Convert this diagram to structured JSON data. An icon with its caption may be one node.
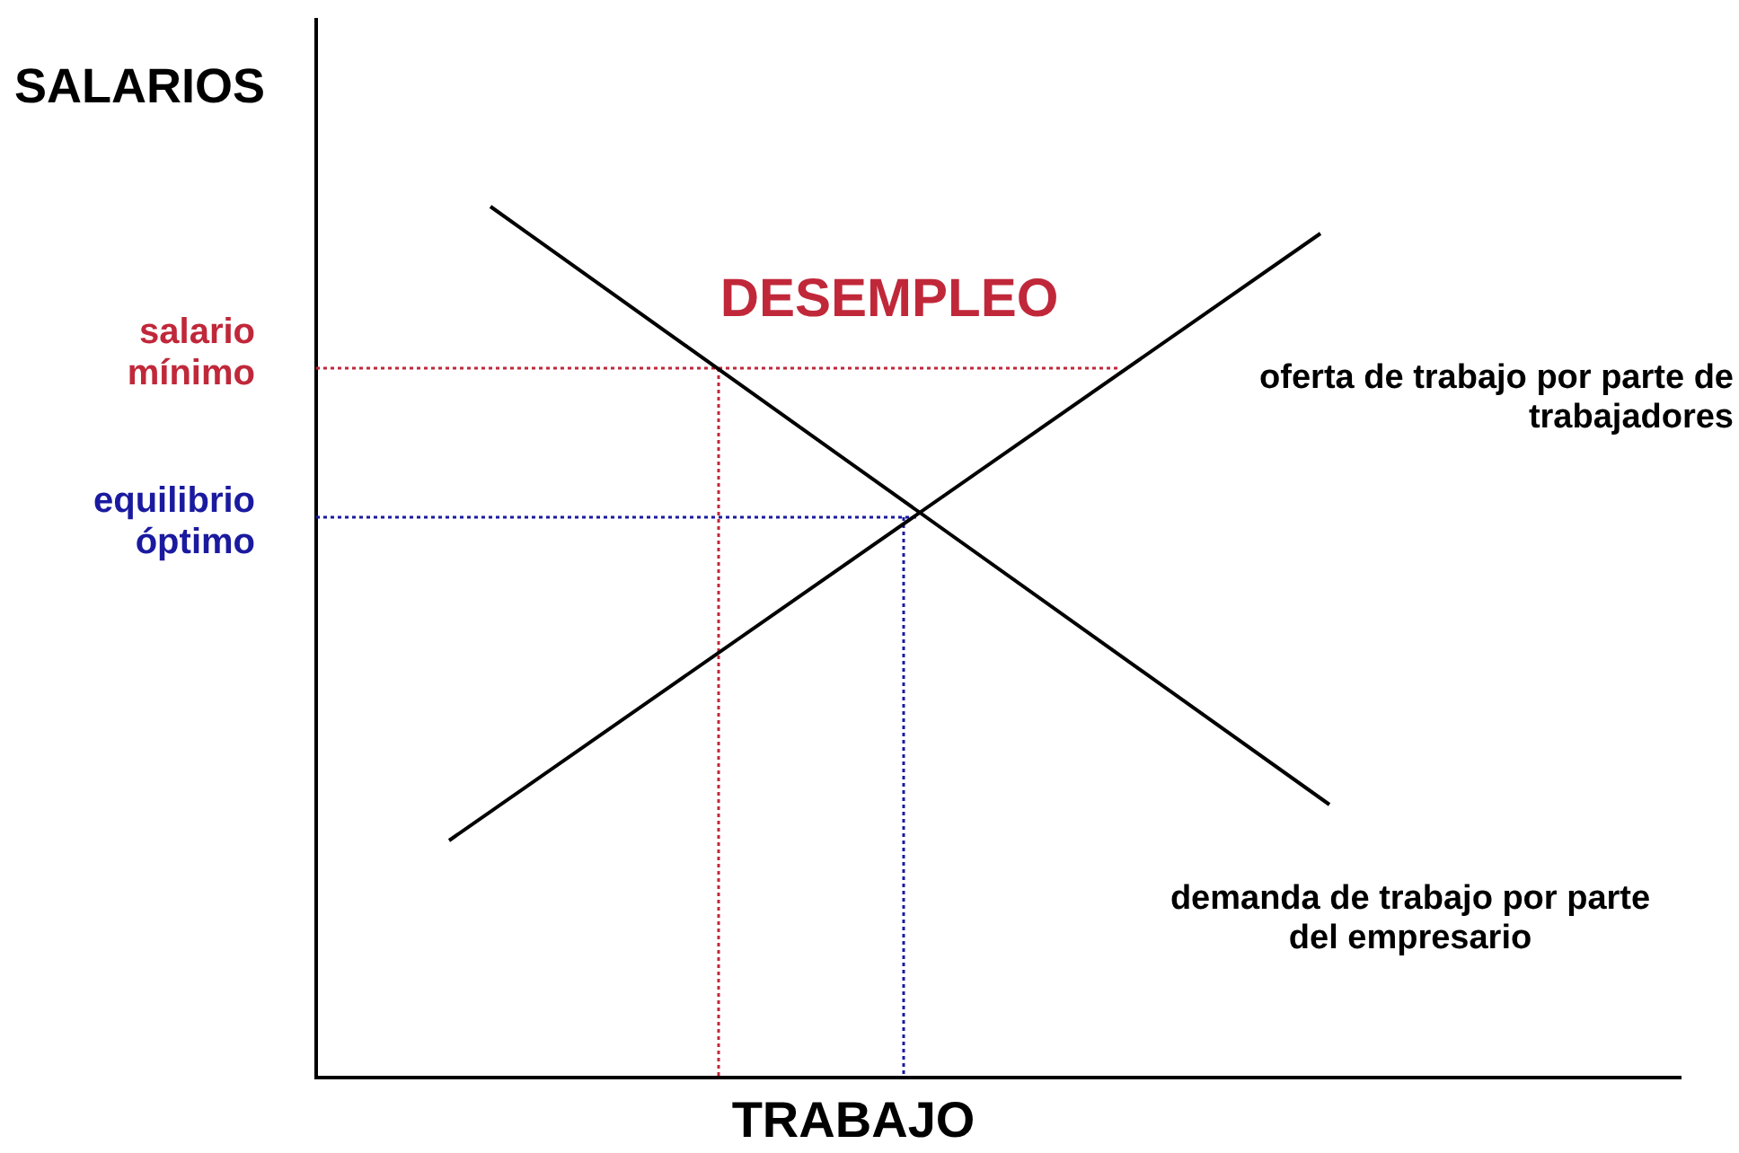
{
  "diagram": {
    "labels": [
      "SALARIOS",
      "DESEMPLEO",
      "salario mínimo",
      "oferta de trabajo por parte de trabajadores",
      "equilibrio óptimo",
      "demanda de trabajo por parte del empresario",
      "TRABAJO"
    ]
  }
}
